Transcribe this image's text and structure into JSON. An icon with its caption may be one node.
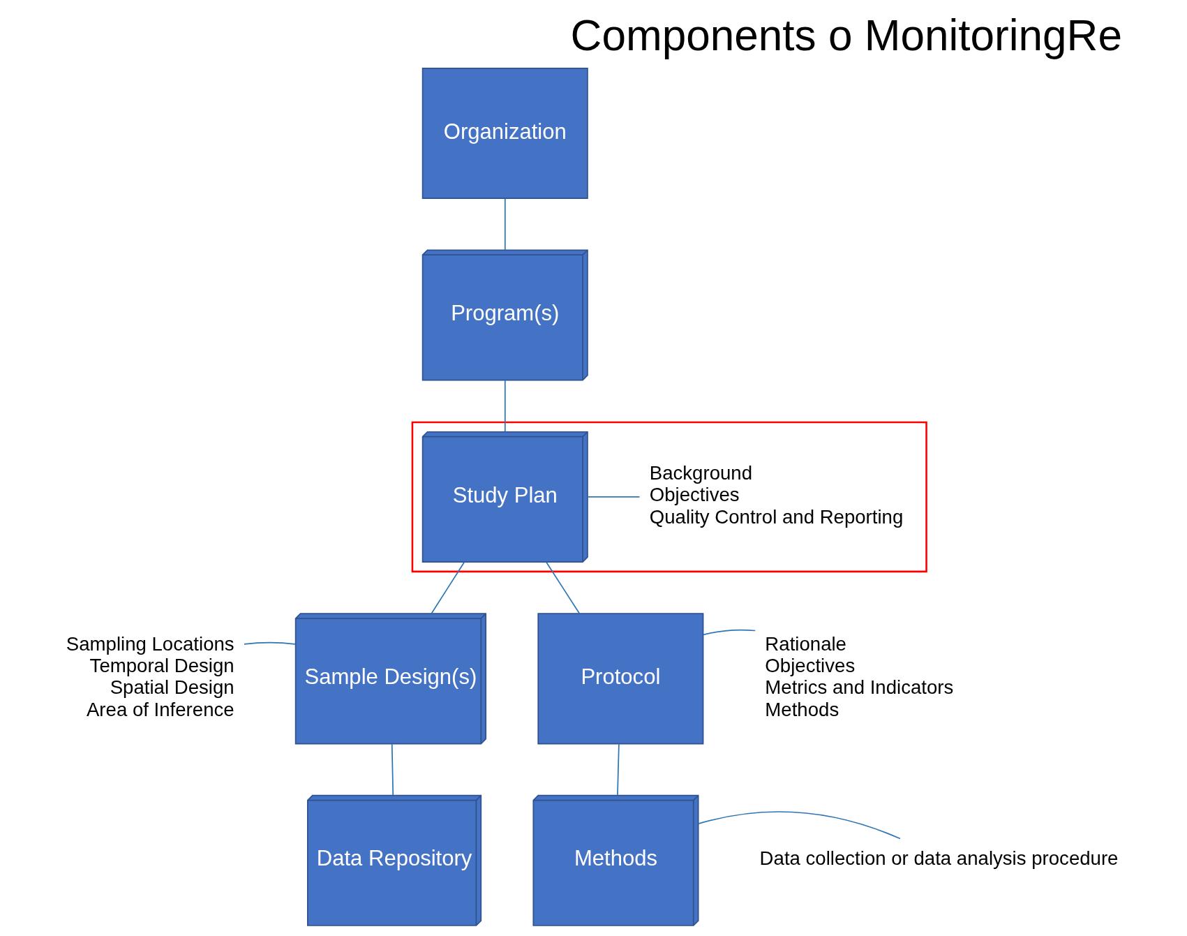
{
  "diagram": {
    "title": "Components o MonitoringRe",
    "nodes": [
      {
        "text": [
          "Organization"
        ]
      },
      {
        "text": [
          "Program(s)"
        ]
      },
      {
        "text": [],
        "shape": "box"
      },
      {
        "text": [
          "Study Plan"
        ],
        "in": 2
      },
      {
        "text": [
          "Background",
          "Objectives",
          "Quality Control and Reporting"
        ],
        "in": 2
      },
      {
        "text": [
          "Sample Design(s)"
        ]
      },
      {
        "text": [
          "Sampling Locations",
          "Temporal Design",
          "Spatial Design",
          "Area of Inference"
        ]
      },
      {
        "text": [
          "Protocol"
        ]
      },
      {
        "text": [
          "Rationale",
          "Objectives",
          "Metrics and Indicators",
          "Methods"
        ]
      },
      {
        "text": [
          "Data Repository"
        ]
      },
      {
        "text": [
          "Methods"
        ]
      },
      {
        "text": [
          "Data collection or data analysis procedure"
        ]
      }
    ],
    "edges": [
      {
        "from": 0,
        "to": 1,
        "arrow": "none"
      },
      {
        "from": 1,
        "to": 3,
        "arrow": "none"
      },
      {
        "from": 3,
        "to": 4,
        "arrow": "none"
      },
      {
        "from": 3,
        "to": 5,
        "arrow": "none"
      },
      {
        "from": 3,
        "to": 7,
        "arrow": "none"
      },
      {
        "from": 6,
        "to": 5,
        "arrow": "none"
      },
      {
        "from": 7,
        "to": 8,
        "arrow": "none"
      },
      {
        "from": 5,
        "to": 9,
        "arrow": "none"
      },
      {
        "from": 7,
        "to": 10,
        "arrow": "none"
      },
      {
        "from": 10,
        "to": 11,
        "arrow": "none"
      }
    ]
  }
}
